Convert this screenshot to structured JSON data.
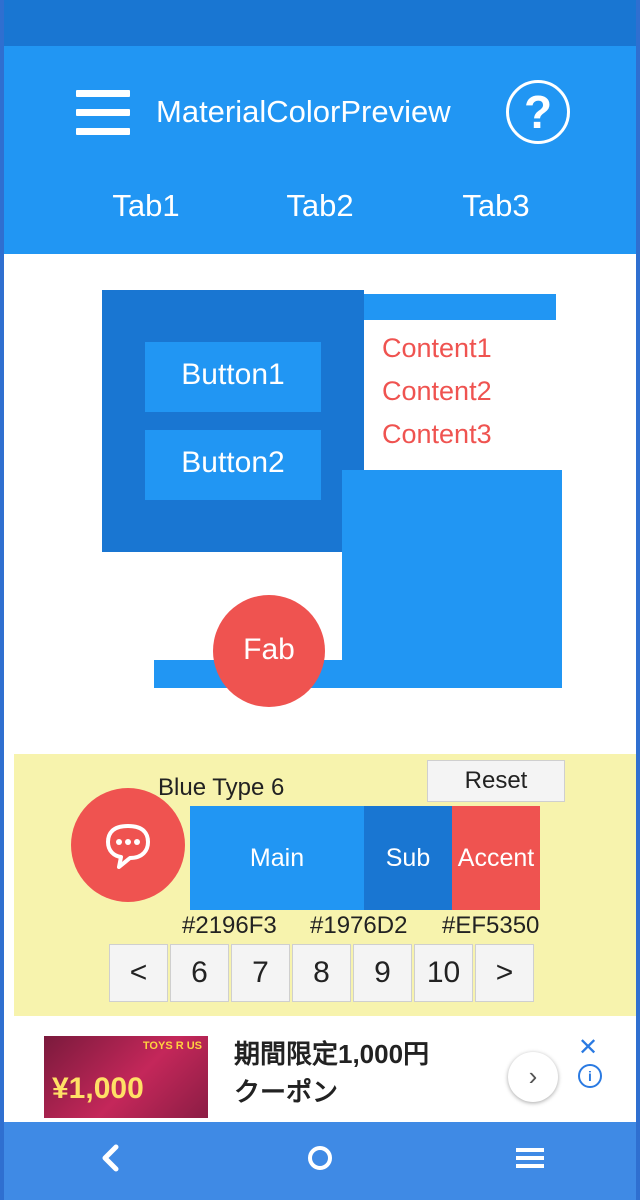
{
  "app_bar": {
    "title": "MaterialColorPreview",
    "menu_icon": "hamburger-menu-icon",
    "help_icon": "question-circle-icon",
    "help_glyph": "?",
    "tabs": [
      {
        "label": "Tab1"
      },
      {
        "label": "Tab2"
      },
      {
        "label": "Tab3"
      }
    ]
  },
  "preview": {
    "buttons": [
      "Button1",
      "Button2"
    ],
    "contents": [
      "Content1",
      "Content2",
      "Content3"
    ],
    "fab_label": "Fab"
  },
  "controls": {
    "theme_name": "Blue Type 6",
    "reset_label": "Reset",
    "chat_icon": "chat-bubble-icon",
    "swatches": [
      {
        "label": "Main",
        "hex": "#2196F3"
      },
      {
        "label": "Sub",
        "hex": "#1976D2"
      },
      {
        "label": "Accent",
        "hex": "#EF5350"
      }
    ],
    "pagination": [
      "<",
      "6",
      "7",
      "8",
      "9",
      "10",
      ">"
    ]
  },
  "ad": {
    "title": "期間限定1,000円",
    "subtitle": "クーポン",
    "image_logo": "TOYS R US",
    "image_price": "¥1,000",
    "close_glyph": "✕",
    "info_glyph": "i",
    "arrow_glyph": "›"
  },
  "nav": {
    "back_icon": "back-chevron-icon",
    "home_icon": "home-circle-icon",
    "menu_icon": "menu-lines-icon"
  },
  "colors": {
    "primary": "#2196F3",
    "primary_dark": "#1976D2",
    "accent": "#EF5350",
    "panel_background": "#F7F3AD",
    "nav_bar": "#3F8AE5"
  }
}
